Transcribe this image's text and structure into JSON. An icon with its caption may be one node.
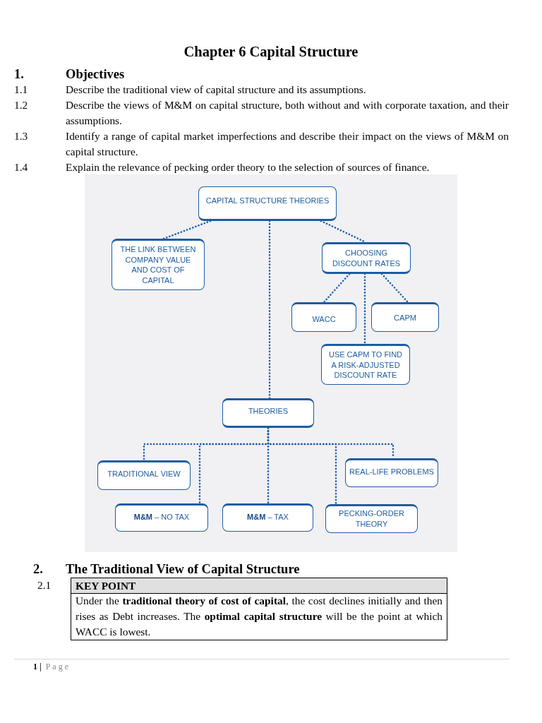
{
  "diagram": {
    "title": "Chapter 6 Capital Structure",
    "nodes": [
      {
        "text": [
          "CAPITAL STRUCTURE THEORIES"
        ]
      },
      {
        "text": [
          "THE LINK BETWEEN COMPANY VALUE AND COST OF CAPITAL"
        ]
      },
      {
        "text": [
          "CHOOSING DISCOUNT RATES"
        ]
      },
      {
        "text": [
          "WACC"
        ]
      },
      {
        "text": [
          "CAPM"
        ]
      },
      {
        "text": [
          "USE CAPM TO FIND A RISK-ADJUSTED DISCOUNT RATE"
        ]
      },
      {
        "text": [
          "THEORIES"
        ]
      },
      {
        "text": [
          "TRADITIONAL VIEW"
        ]
      },
      {
        "text": [
          "REAL-LIFE PROBLEMS"
        ]
      },
      {
        "text": [
          "**M&M** – NO TAX"
        ]
      },
      {
        "text": [
          "**M&M** – TAX"
        ]
      },
      {
        "text": [
          "PECKING-ORDER THEORY"
        ]
      }
    ],
    "edges": [
      {
        "from": 0,
        "to": 1,
        "arrow": "none"
      },
      {
        "from": 0,
        "to": 2,
        "arrow": "none"
      },
      {
        "from": 0,
        "to": 6,
        "arrow": "none"
      },
      {
        "from": 2,
        "to": 3,
        "arrow": "none"
      },
      {
        "from": 2,
        "to": 5,
        "arrow": "none"
      },
      {
        "from": 2,
        "to": 4,
        "arrow": "none"
      },
      {
        "from": 6,
        "to": 7,
        "arrow": "none"
      },
      {
        "from": 6,
        "to": 9,
        "arrow": "none"
      },
      {
        "from": 6,
        "to": 10,
        "arrow": "none"
      },
      {
        "from": 6,
        "to": 11,
        "arrow": "none"
      },
      {
        "from": 6,
        "to": 8,
        "arrow": "none"
      }
    ],
    "labels": [
      "1.",
      "Objectives",
      "1.1",
      "Describe the traditional view of capital structure and its assumptions.",
      "1.2",
      "Describe the views of M&M on capital structure, both without and with corporate taxation, and their assumptions.",
      "1.3",
      "Identify a range of capital market imperfections and describe their impact on the views of M&M on capital structure.",
      "1.4",
      "Explain the relevance of pecking order theory to the selection of sources of finance.",
      "2.",
      "The Traditional View of Capital Structure",
      "2.1",
      "KEY POINT",
      "Under the **traditional theory of cost of capital**, the cost declines initially and then rises as Debt increases. The **optimal capital structure** will be the point at which WACC is lowest.",
      "**1 |** Page"
    ]
  }
}
